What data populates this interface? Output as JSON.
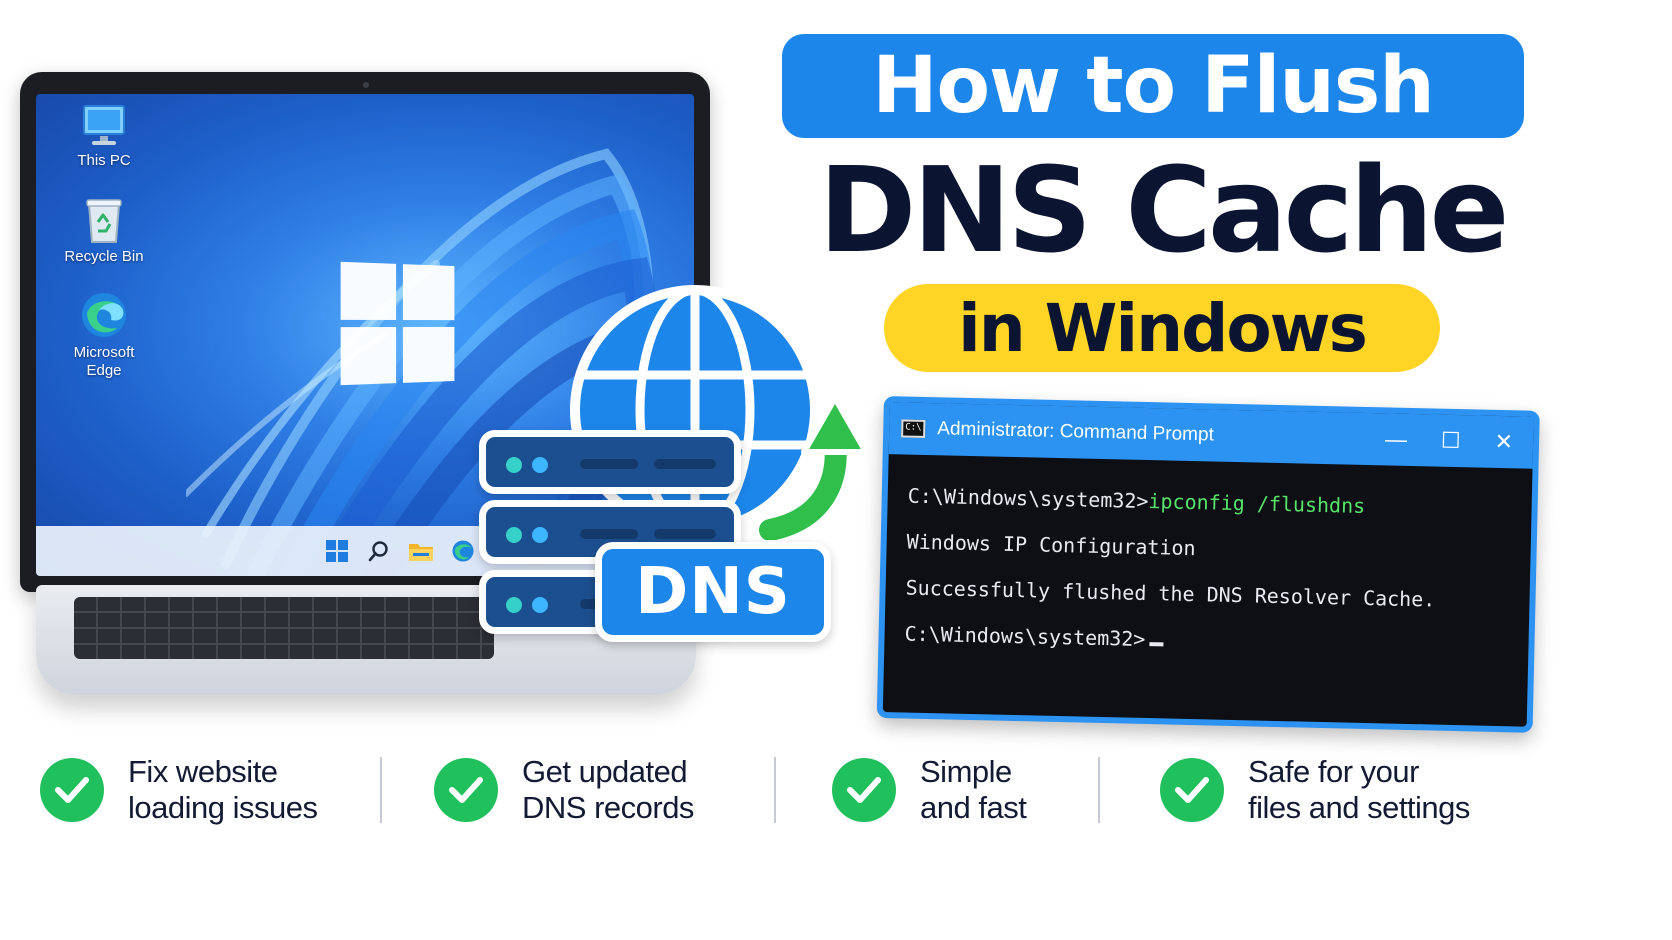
{
  "title": {
    "line1": "How to Flush",
    "line2": "DNS Cache",
    "line3": "in Windows"
  },
  "desktop": {
    "icons": [
      {
        "label_lines": [
          "This PC"
        ],
        "icon": "monitor-icon"
      },
      {
        "label_lines": [
          "Recycle Bin"
        ],
        "icon": "recycle-bin-icon"
      },
      {
        "label_lines": [
          "Microsoft",
          "Edge"
        ],
        "icon": "edge-icon"
      }
    ],
    "taskbar_icons": [
      "windows-start-icon",
      "search-icon",
      "file-explorer-icon",
      "edge-icon"
    ]
  },
  "dns_graphic": {
    "badge": "DNS",
    "icons": [
      "globe-icon",
      "server-stack-icon",
      "refresh-arrow-icon"
    ]
  },
  "command_prompt": {
    "window_title": "Administrator: Command Prompt",
    "controls": {
      "minimize": "—",
      "maximize": "☐",
      "close": "✕"
    },
    "prompt1": "C:\\Windows\\system32>",
    "command": "ipconfig /flushdns",
    "output1": "Windows IP Configuration",
    "output2": "Successfully flushed the DNS Resolver Cache.",
    "prompt2": "C:\\Windows\\system32>"
  },
  "benefits": [
    {
      "line1": "Fix website",
      "line2": "loading issues"
    },
    {
      "line1": "Get updated",
      "line2": "DNS records"
    },
    {
      "line1": "Simple",
      "line2": "and fast"
    },
    {
      "line1": "Safe for your",
      "line2": "files and settings"
    }
  ],
  "colors": {
    "accent_blue": "#1d86ea",
    "highlight_yellow": "#ffd424",
    "title_navy": "#0b1431",
    "check_green": "#20c05c",
    "terminal_green": "#58e36a"
  }
}
